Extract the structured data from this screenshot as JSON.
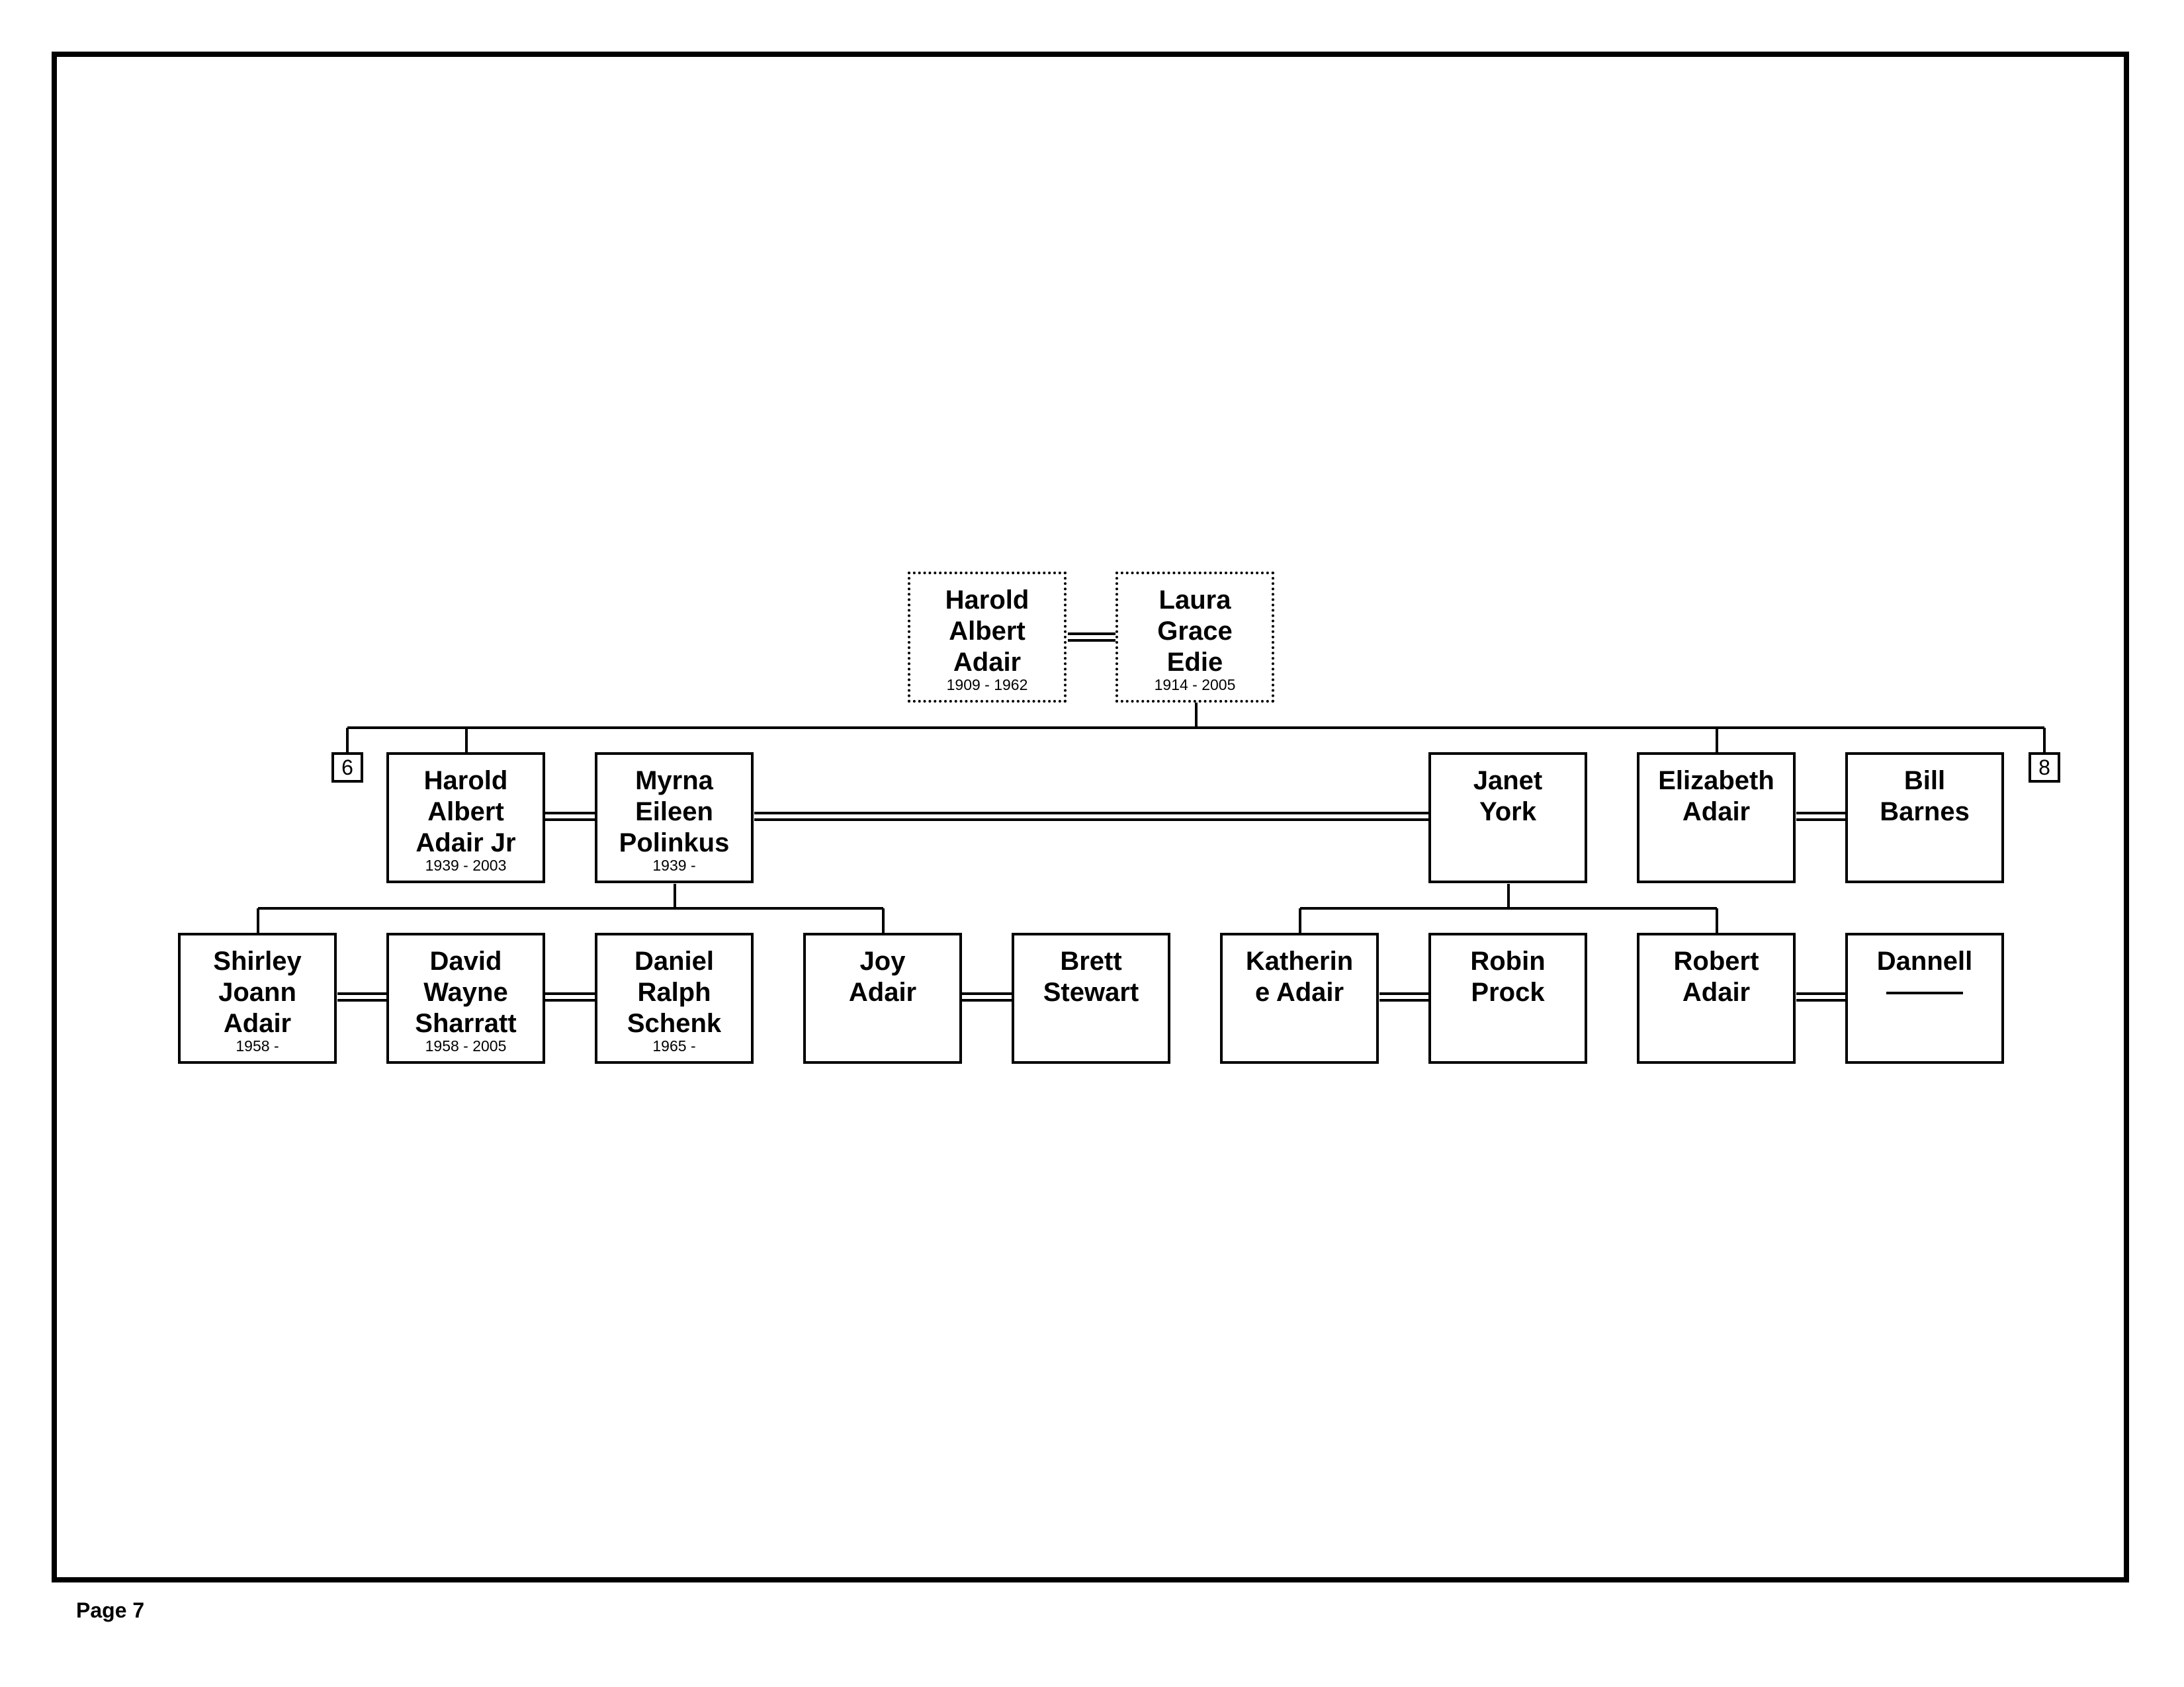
{
  "page": {
    "label": "Page 7"
  },
  "people": {
    "p1": {
      "name": "Harold\nAlbert\nAdair",
      "dates": "1909 - 1962"
    },
    "p2": {
      "name": "Laura\nGrace\nEdie",
      "dates": "1914 - 2005"
    },
    "p3": {
      "name": "Harold\nAlbert\nAdair Jr",
      "dates": "1939 - 2003"
    },
    "p4": {
      "name": "Myrna\nEileen\nPolinkus",
      "dates": "1939 -"
    },
    "p5": {
      "name": "Janet\nYork",
      "dates": ""
    },
    "p6": {
      "name": "Elizabeth\nAdair",
      "dates": ""
    },
    "p7": {
      "name": "Bill\nBarnes",
      "dates": ""
    },
    "p8": {
      "name": "Shirley\nJoann\nAdair",
      "dates": "1958 -"
    },
    "p9": {
      "name": "David\nWayne\nSharratt",
      "dates": "1958 - 2005"
    },
    "p10": {
      "name": "Daniel\nRalph\nSchenk",
      "dates": "1965 -"
    },
    "p11": {
      "name": "Joy\nAdair",
      "dates": ""
    },
    "p12": {
      "name": "Brett\nStewart",
      "dates": ""
    },
    "p13": {
      "name": "Katherin\ne Adair",
      "dates": ""
    },
    "p14": {
      "name": "Robin\nProck",
      "dates": ""
    },
    "p15": {
      "name": "Robert\nAdair",
      "dates": ""
    },
    "p16": {
      "name": "Dannell",
      "dates": ""
    }
  },
  "refs": {
    "left": "6",
    "right": "8"
  }
}
